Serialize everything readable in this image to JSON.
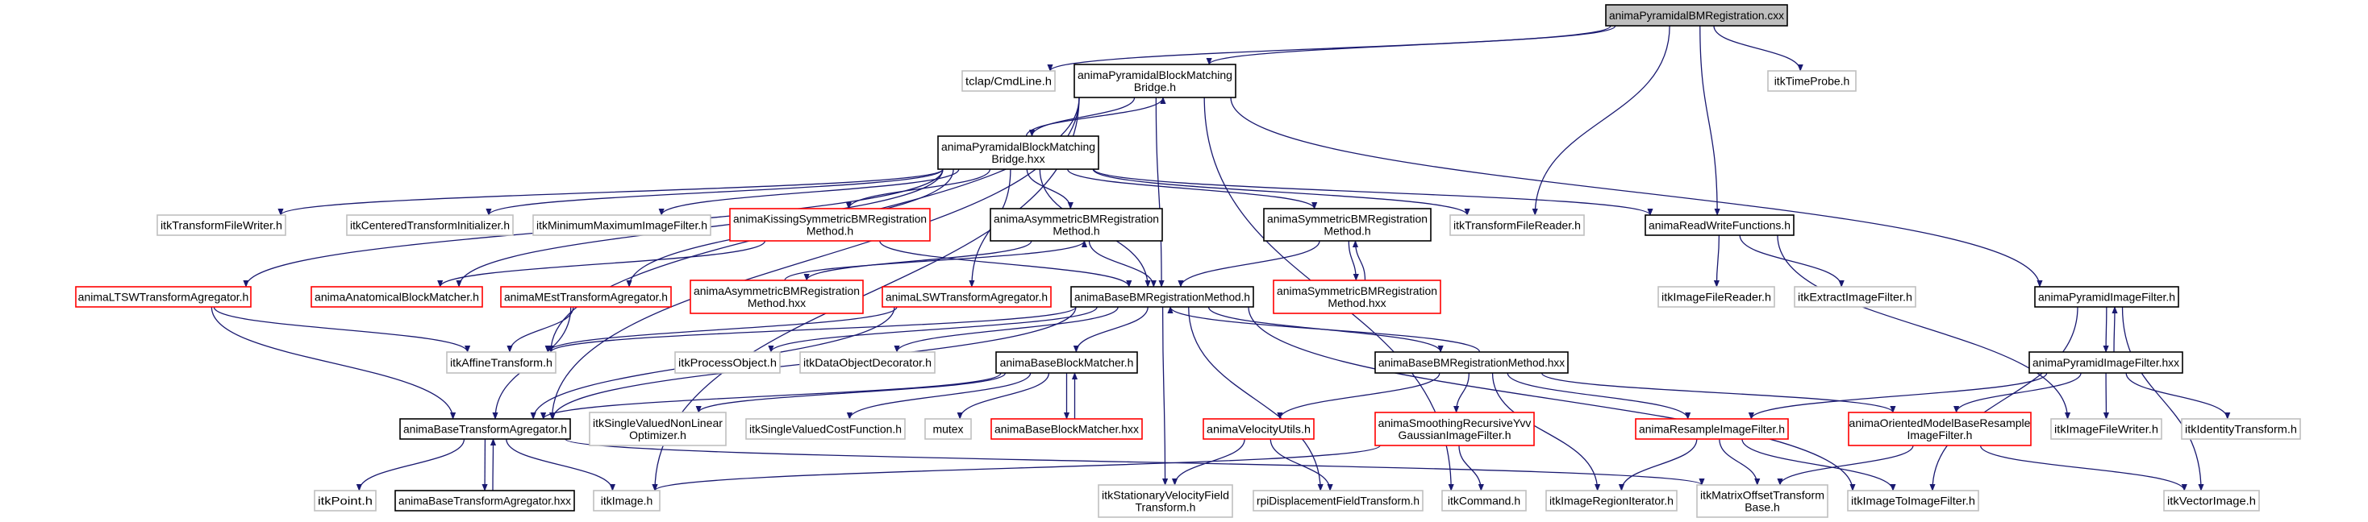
{
  "title": "animaPyramidalBMRegistration.cxx",
  "colors": {
    "edge": "#191970",
    "documented_border": "#000000",
    "incomplete_border": "#ff0000",
    "external_border": "#bfbfbf",
    "root_fill": "#bfbfbf"
  },
  "nodes": [
    {
      "id": "root",
      "kind": "root",
      "lines": [
        "animaPyramidalBMRegistration.cxx"
      ]
    },
    {
      "id": "cmdline",
      "kind": "ext",
      "lines": [
        "tclap/CmdLine.h"
      ]
    },
    {
      "id": "bridge_h",
      "kind": "doc",
      "lines": [
        "animaPyramidalBlockMatching",
        "Bridge.h"
      ]
    },
    {
      "id": "timeprobe",
      "kind": "ext",
      "lines": [
        "itkTimeProbe.h"
      ]
    },
    {
      "id": "bridge_hxx",
      "kind": "doc",
      "lines": [
        "animaPyramidalBlockMatching",
        "Bridge.hxx"
      ]
    },
    {
      "id": "transformwriter",
      "kind": "ext",
      "lines": [
        "itkTransformFileWriter.h"
      ]
    },
    {
      "id": "centered",
      "kind": "ext",
      "lines": [
        "itkCenteredTransformInitializer.h"
      ]
    },
    {
      "id": "minmax",
      "kind": "ext",
      "lines": [
        "itkMinimumMaximumImageFilter.h"
      ]
    },
    {
      "id": "kissing",
      "kind": "red",
      "lines": [
        "animaKissingSymmetricBMRegistration",
        "Method.h"
      ]
    },
    {
      "id": "asym_h",
      "kind": "doc",
      "lines": [
        "animaAsymmetricBMRegistration",
        "Method.h"
      ]
    },
    {
      "id": "sym_h",
      "kind": "doc",
      "lines": [
        "animaSymmetricBMRegistration",
        "Method.h"
      ]
    },
    {
      "id": "transformreader",
      "kind": "ext",
      "lines": [
        "itkTransformFileReader.h"
      ]
    },
    {
      "id": "readwrite",
      "kind": "doc",
      "lines": [
        "animaReadWriteFunctions.h"
      ]
    },
    {
      "id": "ltsw",
      "kind": "red",
      "lines": [
        "animaLTSWTransformAgregator.h"
      ]
    },
    {
      "id": "anatomical",
      "kind": "red",
      "lines": [
        "animaAnatomicalBlockMatcher.h"
      ]
    },
    {
      "id": "mest",
      "kind": "red",
      "lines": [
        "animaMEstTransformAgregator.h"
      ]
    },
    {
      "id": "asym_hxx",
      "kind": "red",
      "lines": [
        "animaAsymmetricBMRegistration",
        "Method.hxx"
      ]
    },
    {
      "id": "lsw",
      "kind": "red",
      "lines": [
        "animaLSWTransformAgregator.h"
      ]
    },
    {
      "id": "basebm_h",
      "kind": "doc",
      "lines": [
        "animaBaseBMRegistrationMethod.h"
      ]
    },
    {
      "id": "sym_hxx",
      "kind": "red",
      "lines": [
        "animaSymmetricBMRegistration",
        "Method.hxx"
      ]
    },
    {
      "id": "imagefilereader",
      "kind": "ext",
      "lines": [
        "itkImageFileReader.h"
      ]
    },
    {
      "id": "extract",
      "kind": "ext",
      "lines": [
        "itkExtractImageFilter.h"
      ]
    },
    {
      "id": "pyr_h",
      "kind": "doc",
      "lines": [
        "animaPyramidImageFilter.h"
      ]
    },
    {
      "id": "affine",
      "kind": "ext",
      "lines": [
        "itkAffineTransform.h"
      ]
    },
    {
      "id": "processobject",
      "kind": "ext",
      "lines": [
        "itkProcessObject.h"
      ]
    },
    {
      "id": "dataobj",
      "kind": "ext",
      "lines": [
        "itkDataObjectDecorator.h"
      ]
    },
    {
      "id": "blockmatcher_h",
      "kind": "doc",
      "lines": [
        "animaBaseBlockMatcher.h"
      ]
    },
    {
      "id": "basebm_hxx",
      "kind": "doc",
      "lines": [
        "animaBaseBMRegistrationMethod.hxx"
      ]
    },
    {
      "id": "pyr_hxx",
      "kind": "doc",
      "lines": [
        "animaPyramidImageFilter.hxx"
      ]
    },
    {
      "id": "baseta_h",
      "kind": "doc",
      "lines": [
        "animaBaseTransformAgregator.h"
      ]
    },
    {
      "id": "nonlinear",
      "kind": "ext",
      "lines": [
        "itkSingleValuedNonLinear",
        "Optimizer.h"
      ]
    },
    {
      "id": "costfn",
      "kind": "ext",
      "lines": [
        "itkSingleValuedCostFunction.h"
      ]
    },
    {
      "id": "mutex",
      "kind": "ext",
      "lines": [
        "mutex"
      ]
    },
    {
      "id": "blockmatcher_hxx",
      "kind": "red",
      "lines": [
        "animaBaseBlockMatcher.hxx"
      ]
    },
    {
      "id": "velocity",
      "kind": "red",
      "lines": [
        "animaVelocityUtils.h"
      ]
    },
    {
      "id": "smoothing",
      "kind": "red",
      "lines": [
        "animaSmoothingRecursiveYvv",
        "GaussianImageFilter.h"
      ]
    },
    {
      "id": "resample",
      "kind": "red",
      "lines": [
        "animaResampleImageFilter.h"
      ]
    },
    {
      "id": "oriented",
      "kind": "red",
      "lines": [
        "animaOrientedModelBaseResample",
        "ImageFilter.h"
      ]
    },
    {
      "id": "imagefilewriter",
      "kind": "ext",
      "lines": [
        "itkImageFileWriter.h"
      ]
    },
    {
      "id": "identity",
      "kind": "ext",
      "lines": [
        "itkIdentityTransform.h"
      ]
    },
    {
      "id": "itkpoint",
      "kind": "ext",
      "lines": [
        "itkPoint.h"
      ]
    },
    {
      "id": "baseta_hxx",
      "kind": "doc",
      "lines": [
        "animaBaseTransformAgregator.hxx"
      ]
    },
    {
      "id": "itkimage",
      "kind": "ext",
      "lines": [
        "itkImage.h"
      ]
    },
    {
      "id": "stationary",
      "kind": "ext",
      "lines": [
        "itkStationaryVelocityField",
        "Transform.h"
      ]
    },
    {
      "id": "rpi",
      "kind": "ext",
      "lines": [
        "rpiDisplacementFieldTransform.h"
      ]
    },
    {
      "id": "command",
      "kind": "ext",
      "lines": [
        "itkCommand.h"
      ]
    },
    {
      "id": "regioniter",
      "kind": "ext",
      "lines": [
        "itkImageRegionIterator.h"
      ]
    },
    {
      "id": "matrixoffset",
      "kind": "ext",
      "lines": [
        "itkMatrixOffsetTransform",
        "Base.h"
      ]
    },
    {
      "id": "imagetoimage",
      "kind": "ext",
      "lines": [
        "itkImageToImageFilter.h"
      ]
    },
    {
      "id": "vectorimage",
      "kind": "ext",
      "lines": [
        "itkVectorImage.h"
      ]
    }
  ],
  "edges": [
    [
      "root",
      "cmdline"
    ],
    [
      "root",
      "bridge_h"
    ],
    [
      "root",
      "transformreader"
    ],
    [
      "root",
      "readwrite"
    ],
    [
      "root",
      "timeprobe"
    ],
    [
      "bridge_h",
      "bridge_hxx"
    ],
    [
      "bridge_h",
      "baseta_h"
    ],
    [
      "bridge_h",
      "affine"
    ],
    [
      "bridge_h",
      "itkimage"
    ],
    [
      "bridge_h",
      "basebm_h"
    ],
    [
      "bridge_h",
      "command"
    ],
    [
      "bridge_h",
      "pyr_h"
    ],
    [
      "bridge_hxx",
      "bridge_h"
    ],
    [
      "bridge_hxx",
      "transformwriter"
    ],
    [
      "bridge_hxx",
      "centered"
    ],
    [
      "bridge_hxx",
      "minmax"
    ],
    [
      "bridge_hxx",
      "kissing"
    ],
    [
      "bridge_hxx",
      "asym_h"
    ],
    [
      "bridge_hxx",
      "sym_h"
    ],
    [
      "bridge_hxx",
      "transformreader"
    ],
    [
      "bridge_hxx",
      "readwrite"
    ],
    [
      "bridge_hxx",
      "ltsw"
    ],
    [
      "bridge_hxx",
      "anatomical"
    ],
    [
      "bridge_hxx",
      "mest"
    ],
    [
      "bridge_hxx",
      "lsw"
    ],
    [
      "bridge_hxx",
      "basebm_h"
    ],
    [
      "kissing",
      "anatomical"
    ],
    [
      "kissing",
      "basebm_h"
    ],
    [
      "asym_h",
      "asym_hxx"
    ],
    [
      "asym_h",
      "basebm_h"
    ],
    [
      "asym_hxx",
      "asym_h"
    ],
    [
      "sym_h",
      "sym_hxx"
    ],
    [
      "sym_h",
      "basebm_h"
    ],
    [
      "sym_hxx",
      "sym_h"
    ],
    [
      "ltsw",
      "affine"
    ],
    [
      "ltsw",
      "baseta_h"
    ],
    [
      "mest",
      "affine"
    ],
    [
      "mest",
      "baseta_h"
    ],
    [
      "lsw",
      "affine"
    ],
    [
      "lsw",
      "baseta_h"
    ],
    [
      "basebm_h",
      "affine"
    ],
    [
      "basebm_h",
      "processobject"
    ],
    [
      "basebm_h",
      "dataobj"
    ],
    [
      "basebm_h",
      "blockmatcher_h"
    ],
    [
      "basebm_h",
      "baseta_h"
    ],
    [
      "basebm_h",
      "stationary"
    ],
    [
      "basebm_h",
      "rpi"
    ],
    [
      "basebm_h",
      "basebm_hxx"
    ],
    [
      "basebm_h",
      "imagetoimage"
    ],
    [
      "blockmatcher_h",
      "nonlinear"
    ],
    [
      "blockmatcher_h",
      "costfn"
    ],
    [
      "blockmatcher_h",
      "mutex"
    ],
    [
      "blockmatcher_h",
      "blockmatcher_hxx"
    ],
    [
      "blockmatcher_h",
      "baseta_h"
    ],
    [
      "blockmatcher_hxx",
      "blockmatcher_h"
    ],
    [
      "basebm_hxx",
      "basebm_h"
    ],
    [
      "basebm_hxx",
      "velocity"
    ],
    [
      "basebm_hxx",
      "smoothing"
    ],
    [
      "basebm_hxx",
      "resample"
    ],
    [
      "basebm_hxx",
      "oriented"
    ],
    [
      "basebm_hxx",
      "regioniter"
    ],
    [
      "velocity",
      "stationary"
    ],
    [
      "velocity",
      "rpi"
    ],
    [
      "smoothing",
      "command"
    ],
    [
      "smoothing",
      "itkimage"
    ],
    [
      "readwrite",
      "imagefilereader"
    ],
    [
      "readwrite",
      "extract"
    ],
    [
      "readwrite",
      "imagefilewriter"
    ],
    [
      "pyr_h",
      "pyr_hxx"
    ],
    [
      "pyr_h",
      "imagetoimage"
    ],
    [
      "pyr_h",
      "vectorimage"
    ],
    [
      "pyr_hxx",
      "pyr_h"
    ],
    [
      "pyr_hxx",
      "resample"
    ],
    [
      "pyr_hxx",
      "oriented"
    ],
    [
      "pyr_hxx",
      "imagefilewriter"
    ],
    [
      "pyr_hxx",
      "identity"
    ],
    [
      "resample",
      "regioniter"
    ],
    [
      "resample",
      "matrixoffset"
    ],
    [
      "resample",
      "imagetoimage"
    ],
    [
      "oriented",
      "matrixoffset"
    ],
    [
      "oriented",
      "vectorimage"
    ],
    [
      "baseta_h",
      "itkpoint"
    ],
    [
      "baseta_h",
      "baseta_hxx"
    ],
    [
      "baseta_h",
      "itkimage"
    ],
    [
      "baseta_h",
      "matrixoffset"
    ],
    [
      "baseta_hxx",
      "baseta_h"
    ]
  ]
}
